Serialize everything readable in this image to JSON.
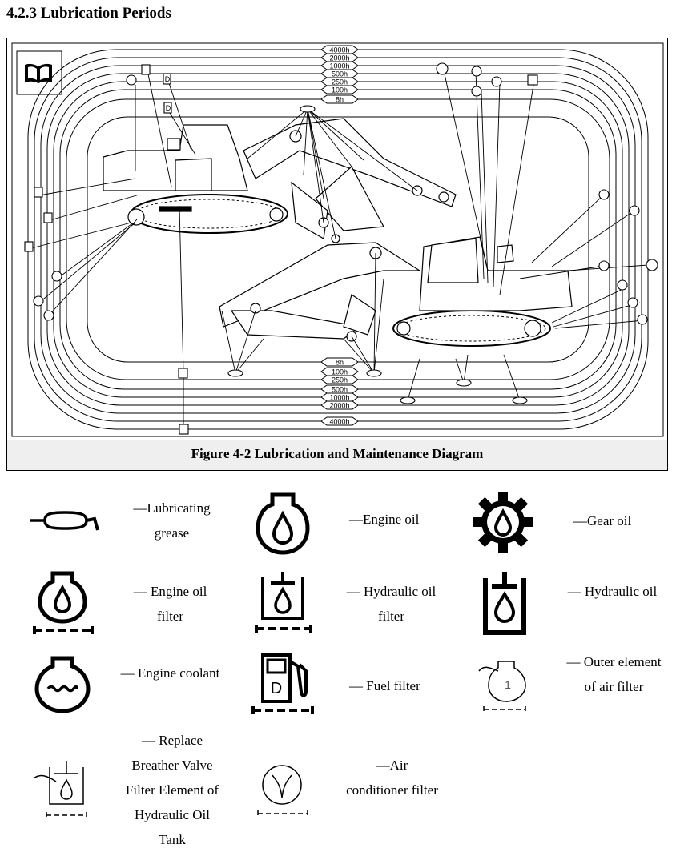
{
  "heading": "4.2.3 Lubrication Periods",
  "figure_caption": "Figure 4-2 Lubrication and Maintenance Diagram",
  "intervals_top": [
    "4000h",
    "2000h",
    "1000h",
    "500h",
    "250h",
    "100h",
    "8h"
  ],
  "intervals_bottom": [
    "8h",
    "100h",
    "250h",
    "500h",
    "1000h",
    "2000h",
    "4000h"
  ],
  "fuel_symbol_letter": "D",
  "air_filter_number": "1",
  "legend": [
    {
      "icon": "lubricating-grease-icon",
      "label": "—Lubricating grease"
    },
    {
      "icon": "engine-oil-icon",
      "label": "—Engine oil"
    },
    {
      "icon": "gear-oil-icon",
      "label": "—Gear oil"
    },
    {
      "icon": "engine-oil-filter-icon",
      "label": "— Engine oil filter"
    },
    {
      "icon": "hydraulic-oil-filter-icon",
      "label": "— Hydraulic oil filter"
    },
    {
      "icon": "hydraulic-oil-icon",
      "label": "— Hydraulic oil"
    },
    {
      "icon": "engine-coolant-icon",
      "label": "— Engine coolant"
    },
    {
      "icon": "fuel-filter-icon",
      "label": "— Fuel filter"
    },
    {
      "icon": "outer-air-filter-icon",
      "label": "— Outer element of air filter"
    },
    {
      "icon": "breather-valve-filter-icon",
      "label": "— Replace Breather Valve Filter Element of Hydraulic Oil Tank"
    },
    {
      "icon": "air-conditioner-filter-icon",
      "label": "—Air conditioner filter"
    }
  ]
}
